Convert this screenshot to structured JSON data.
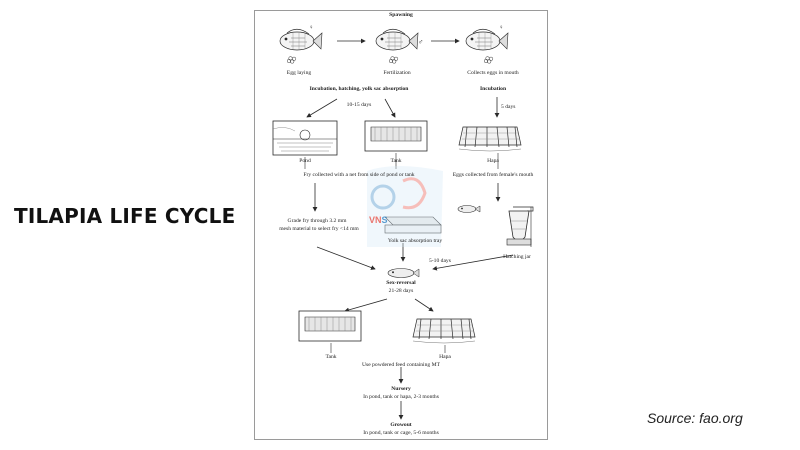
{
  "slide": {
    "title": "TILAPIA LIFE CYCLE",
    "source": "Source: fao.org"
  },
  "diagram": {
    "spawning": "Spawning",
    "egg_laying": "Egg laying",
    "fertilization": "Fertilization",
    "collects_eggs": "Collects eggs in mouth",
    "incubation_hatching": "Incubation, hatching, yolk sac absorption",
    "incubation": "Incubation",
    "days_10_15": "10-15 days",
    "days_5": "5 days",
    "pond": "Pond",
    "tank": "Tank",
    "hapa": "Hapa",
    "fry_collected": "Fry collected with a net from side of pond or tank",
    "eggs_collected": "Eggs collected from female's mouth",
    "grade_fry_1": "Grade fry through 3.2 mm",
    "grade_fry_2": "mesh material to select fry <14 mm",
    "yolk_tray": "Yolk sac absorption tray",
    "hatching_jar": "Hatching jar",
    "days_5_10": "5-10 days",
    "sex_reversal": "Sex-reversal",
    "days_21_28": "21-28 days",
    "tank2": "Tank",
    "hapa2": "Hapa",
    "powdered_feed": "Use powdered feed containing MT",
    "nursery": "Nursery",
    "nursery_desc": "In pond, tank or hapa, 2-3 months",
    "growout": "Growout",
    "growout_desc": "In pond, tank or cage, 5-6 months",
    "female_symbol": "♀",
    "male_symbol": "♂"
  },
  "watermark": {
    "brand_a": "VN",
    "brand_b": "S"
  },
  "colors": {
    "line": "#2a2a2a",
    "watermark_blue": "#2b7fc2",
    "watermark_red": "#e8483c"
  }
}
